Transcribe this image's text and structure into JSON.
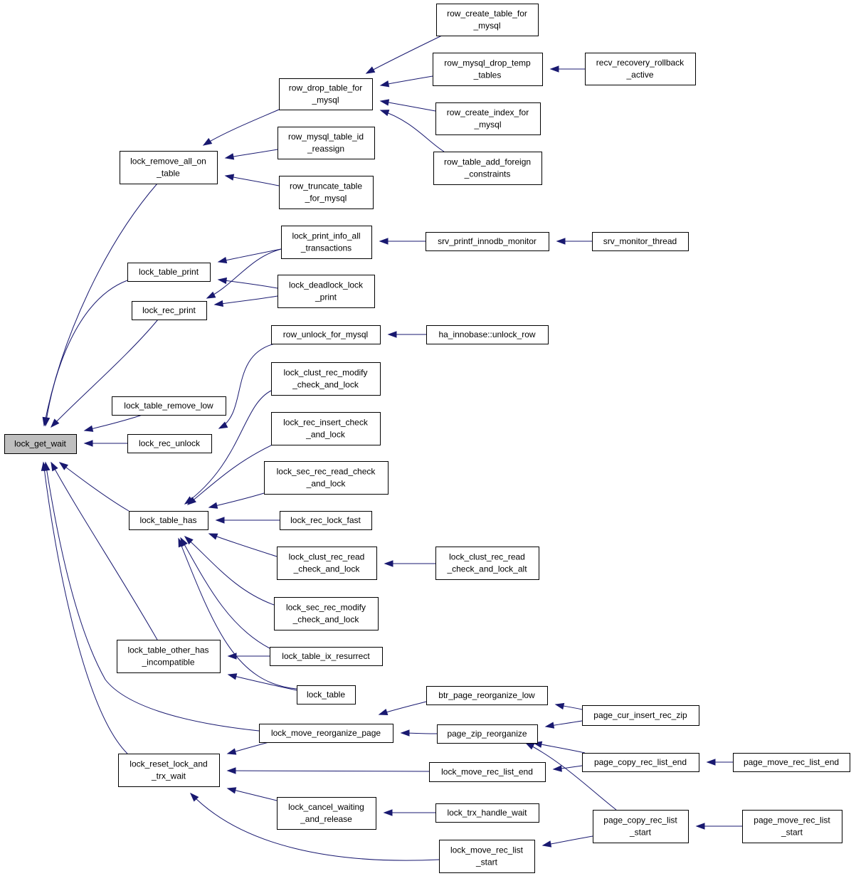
{
  "graph": {
    "nodes": [
      {
        "id": "lock_get_wait",
        "lines": [
          "lock_get_wait"
        ],
        "root": true
      },
      {
        "id": "lock_remove_all_on_table",
        "lines": [
          "lock_remove_all_on",
          "_table"
        ]
      },
      {
        "id": "row_drop_table_for_mysql",
        "lines": [
          "row_drop_table_for",
          "_mysql"
        ]
      },
      {
        "id": "row_create_table_for_mysql",
        "lines": [
          "row_create_table_for",
          "_mysql"
        ]
      },
      {
        "id": "row_mysql_drop_temp_tables",
        "lines": [
          "row_mysql_drop_temp",
          "_tables"
        ]
      },
      {
        "id": "recv_recovery_rollback_active",
        "lines": [
          "recv_recovery_rollback",
          "_active"
        ]
      },
      {
        "id": "row_create_index_for_mysql",
        "lines": [
          "row_create_index_for",
          "_mysql"
        ]
      },
      {
        "id": "row_table_add_foreign_constraints",
        "lines": [
          "row_table_add_foreign",
          "_constraints"
        ]
      },
      {
        "id": "row_mysql_table_id_reassign",
        "lines": [
          "row_mysql_table_id",
          "_reassign"
        ]
      },
      {
        "id": "row_truncate_table_for_mysql",
        "lines": [
          "row_truncate_table",
          "_for_mysql"
        ]
      },
      {
        "id": "lock_table_print",
        "lines": [
          "lock_table_print"
        ]
      },
      {
        "id": "lock_rec_print",
        "lines": [
          "lock_rec_print"
        ]
      },
      {
        "id": "lock_print_info_all_transactions",
        "lines": [
          "lock_print_info_all",
          "_transactions"
        ]
      },
      {
        "id": "srv_printf_innodb_monitor",
        "lines": [
          "srv_printf_innodb_monitor"
        ]
      },
      {
        "id": "srv_monitor_thread",
        "lines": [
          "srv_monitor_thread"
        ]
      },
      {
        "id": "lock_deadlock_lock_print",
        "lines": [
          "lock_deadlock_lock",
          "_print"
        ]
      },
      {
        "id": "row_unlock_for_mysql",
        "lines": [
          "row_unlock_for_mysql"
        ]
      },
      {
        "id": "ha_innobase_unlock_row",
        "lines": [
          "ha_innobase::unlock_row"
        ]
      },
      {
        "id": "lock_clust_rec_modify_check_and_lock",
        "lines": [
          "lock_clust_rec_modify",
          "_check_and_lock"
        ]
      },
      {
        "id": "lock_rec_insert_check_and_lock",
        "lines": [
          "lock_rec_insert_check",
          "_and_lock"
        ]
      },
      {
        "id": "lock_table_remove_low",
        "lines": [
          "lock_table_remove_low"
        ]
      },
      {
        "id": "lock_rec_unlock",
        "lines": [
          "lock_rec_unlock"
        ]
      },
      {
        "id": "lock_sec_rec_read_check_and_lock",
        "lines": [
          "lock_sec_rec_read_check",
          "_and_lock"
        ]
      },
      {
        "id": "lock_table_has",
        "lines": [
          "lock_table_has"
        ]
      },
      {
        "id": "lock_rec_lock_fast",
        "lines": [
          "lock_rec_lock_fast"
        ]
      },
      {
        "id": "lock_clust_rec_read_check_and_lock",
        "lines": [
          "lock_clust_rec_read",
          "_check_and_lock"
        ]
      },
      {
        "id": "lock_clust_rec_read_check_and_lock_alt",
        "lines": [
          "lock_clust_rec_read",
          "_check_and_lock_alt"
        ]
      },
      {
        "id": "lock_sec_rec_modify_check_and_lock",
        "lines": [
          "lock_sec_rec_modify",
          "_check_and_lock"
        ]
      },
      {
        "id": "lock_table_other_has_incompatible",
        "lines": [
          "lock_table_other_has",
          "_incompatible"
        ]
      },
      {
        "id": "lock_table_ix_resurrect",
        "lines": [
          "lock_table_ix_resurrect"
        ]
      },
      {
        "id": "lock_table",
        "lines": [
          "lock_table"
        ]
      },
      {
        "id": "btr_page_reorganize_low",
        "lines": [
          "btr_page_reorganize_low"
        ]
      },
      {
        "id": "page_cur_insert_rec_zip",
        "lines": [
          "page_cur_insert_rec_zip"
        ]
      },
      {
        "id": "lock_move_reorganize_page",
        "lines": [
          "lock_move_reorganize_page"
        ]
      },
      {
        "id": "page_zip_reorganize",
        "lines": [
          "page_zip_reorganize"
        ]
      },
      {
        "id": "lock_reset_lock_and_trx_wait",
        "lines": [
          "lock_reset_lock_and",
          "_trx_wait"
        ]
      },
      {
        "id": "page_copy_rec_list_end",
        "lines": [
          "page_copy_rec_list_end"
        ]
      },
      {
        "id": "page_move_rec_list_end",
        "lines": [
          "page_move_rec_list_end"
        ]
      },
      {
        "id": "lock_move_rec_list_end",
        "lines": [
          "lock_move_rec_list_end"
        ]
      },
      {
        "id": "lock_cancel_waiting_and_release",
        "lines": [
          "lock_cancel_waiting",
          "_and_release"
        ]
      },
      {
        "id": "lock_trx_handle_wait",
        "lines": [
          "lock_trx_handle_wait"
        ]
      },
      {
        "id": "page_copy_rec_list_start",
        "lines": [
          "page_copy_rec_list",
          "_start"
        ]
      },
      {
        "id": "page_move_rec_list_start",
        "lines": [
          "page_move_rec_list",
          "_start"
        ]
      },
      {
        "id": "lock_move_rec_list_start",
        "lines": [
          "lock_move_rec_list",
          "_start"
        ]
      }
    ],
    "edges": [
      [
        "lock_remove_all_on_table",
        "lock_get_wait"
      ],
      [
        "row_drop_table_for_mysql",
        "lock_remove_all_on_table"
      ],
      [
        "row_mysql_table_id_reassign",
        "lock_remove_all_on_table"
      ],
      [
        "row_truncate_table_for_mysql",
        "lock_remove_all_on_table"
      ],
      [
        "row_create_table_for_mysql",
        "row_drop_table_for_mysql"
      ],
      [
        "row_mysql_drop_temp_tables",
        "row_drop_table_for_mysql"
      ],
      [
        "row_create_index_for_mysql",
        "row_drop_table_for_mysql"
      ],
      [
        "row_table_add_foreign_constraints",
        "row_drop_table_for_mysql"
      ],
      [
        "recv_recovery_rollback_active",
        "row_mysql_drop_temp_tables"
      ],
      [
        "lock_table_print",
        "lock_get_wait"
      ],
      [
        "lock_rec_print",
        "lock_get_wait"
      ],
      [
        "lock_print_info_all_transactions",
        "lock_table_print"
      ],
      [
        "lock_deadlock_lock_print",
        "lock_table_print"
      ],
      [
        "lock_print_info_all_transactions",
        "lock_rec_print"
      ],
      [
        "lock_deadlock_lock_print",
        "lock_rec_print"
      ],
      [
        "srv_printf_innodb_monitor",
        "lock_print_info_all_transactions"
      ],
      [
        "srv_monitor_thread",
        "srv_printf_innodb_monitor"
      ],
      [
        "lock_table_remove_low",
        "lock_get_wait"
      ],
      [
        "lock_rec_unlock",
        "lock_get_wait"
      ],
      [
        "row_unlock_for_mysql",
        "lock_rec_unlock"
      ],
      [
        "ha_innobase_unlock_row",
        "row_unlock_for_mysql"
      ],
      [
        "lock_table_has",
        "lock_get_wait"
      ],
      [
        "lock_clust_rec_modify_check_and_lock",
        "lock_table_has"
      ],
      [
        "lock_rec_insert_check_and_lock",
        "lock_table_has"
      ],
      [
        "lock_sec_rec_read_check_and_lock",
        "lock_table_has"
      ],
      [
        "lock_rec_lock_fast",
        "lock_table_has"
      ],
      [
        "lock_clust_rec_read_check_and_lock",
        "lock_table_has"
      ],
      [
        "lock_sec_rec_modify_check_and_lock",
        "lock_table_has"
      ],
      [
        "lock_table_ix_resurrect",
        "lock_table_has"
      ],
      [
        "lock_table",
        "lock_table_has"
      ],
      [
        "lock_clust_rec_read_check_and_lock_alt",
        "lock_clust_rec_read_check_and_lock"
      ],
      [
        "lock_table_other_has_incompatible",
        "lock_get_wait"
      ],
      [
        "lock_table_ix_resurrect",
        "lock_table_other_has_incompatible"
      ],
      [
        "lock_table",
        "lock_table_other_has_incompatible"
      ],
      [
        "lock_move_reorganize_page",
        "lock_get_wait"
      ],
      [
        "btr_page_reorganize_low",
        "lock_move_reorganize_page"
      ],
      [
        "page_zip_reorganize",
        "lock_move_reorganize_page"
      ],
      [
        "page_cur_insert_rec_zip",
        "btr_page_reorganize_low"
      ],
      [
        "page_cur_insert_rec_zip",
        "page_zip_reorganize"
      ],
      [
        "page_copy_rec_list_end",
        "page_zip_reorganize"
      ],
      [
        "page_copy_rec_list_start",
        "page_zip_reorganize"
      ],
      [
        "lock_reset_lock_and_trx_wait",
        "lock_get_wait"
      ],
      [
        "lock_move_reorganize_page",
        "lock_reset_lock_and_trx_wait"
      ],
      [
        "lock_move_rec_list_end",
        "lock_reset_lock_and_trx_wait"
      ],
      [
        "lock_cancel_waiting_and_release",
        "lock_reset_lock_and_trx_wait"
      ],
      [
        "lock_move_rec_list_start",
        "lock_reset_lock_and_trx_wait"
      ],
      [
        "page_copy_rec_list_end",
        "lock_move_rec_list_end"
      ],
      [
        "page_move_rec_list_end",
        "page_copy_rec_list_end"
      ],
      [
        "lock_trx_handle_wait",
        "lock_cancel_waiting_and_release"
      ],
      [
        "page_copy_rec_list_start",
        "lock_move_rec_list_start"
      ],
      [
        "page_move_rec_list_start",
        "page_copy_rec_list_start"
      ]
    ]
  }
}
